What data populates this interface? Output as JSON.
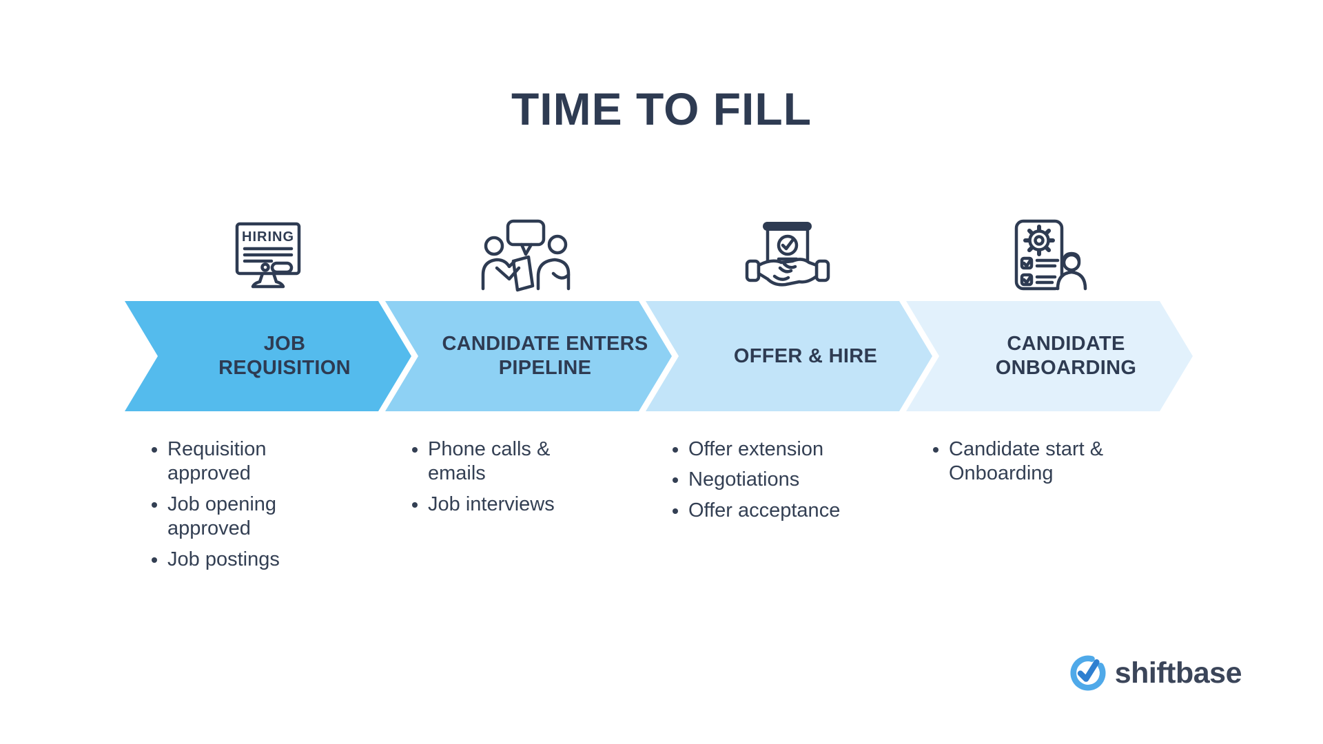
{
  "title": "TIME TO FILL",
  "stages": [
    {
      "label": "JOB REQUISITION",
      "icon": "hiring-monitor-icon",
      "icon_text": "HIRING",
      "color": "#54BBED",
      "bullets": [
        "Requisition approved",
        "Job opening approved",
        "Job postings"
      ]
    },
    {
      "label": "CANDIDATE ENTERS PIPELINE",
      "icon": "interview-conversation-icon",
      "color": "#8ED1F4",
      "bullets": [
        "Phone calls & emails",
        "Job interviews"
      ]
    },
    {
      "label": "OFFER & HIRE",
      "icon": "handshake-contract-icon",
      "color": "#C2E4F9",
      "bullets": [
        "Offer extension",
        "Negotiations",
        "Offer acceptance"
      ]
    },
    {
      "label": "CANDIDATE ONBOARDING",
      "icon": "onboarding-checklist-icon",
      "color": "#E2F1FC",
      "bullets": [
        "Candidate start & Onboarding"
      ]
    }
  ],
  "logo": {
    "text": "shiftbase",
    "icon": "shiftbase-check-icon",
    "ring_color": "#4FA9E9",
    "check_color": "#2E7FD0",
    "text_color": "#3B4559"
  },
  "colors": {
    "title_text": "#2E3B52",
    "bullet_text": "#333F53",
    "icon_stroke": "#2E3B52",
    "background": "#FFFFFF"
  }
}
